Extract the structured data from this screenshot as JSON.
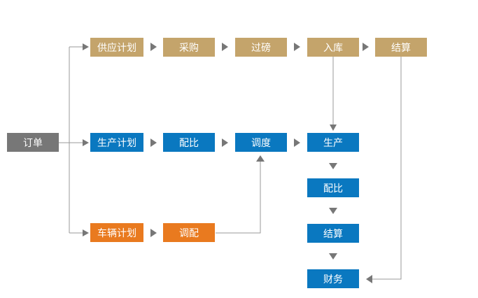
{
  "colors": {
    "supply": "#c4a46b",
    "production": "#0a78c0",
    "vehicle": "#e97a1f",
    "order": "#777777",
    "connector": "#999999",
    "arrowhead": "#777777"
  },
  "nodes": {
    "order": "订单",
    "supply_plan": "供应计划",
    "purchase": "采购",
    "weighing": "过磅",
    "warehousing": "入库",
    "supply_settlement": "结算",
    "production_plan": "生产计划",
    "mix_ratio": "配比",
    "dispatch": "调度",
    "production": "生产",
    "production_mix_ratio": "配比",
    "production_settlement": "结算",
    "finance": "财务",
    "vehicle_plan": "车辆计划",
    "vehicle_dispatch": "调配"
  }
}
